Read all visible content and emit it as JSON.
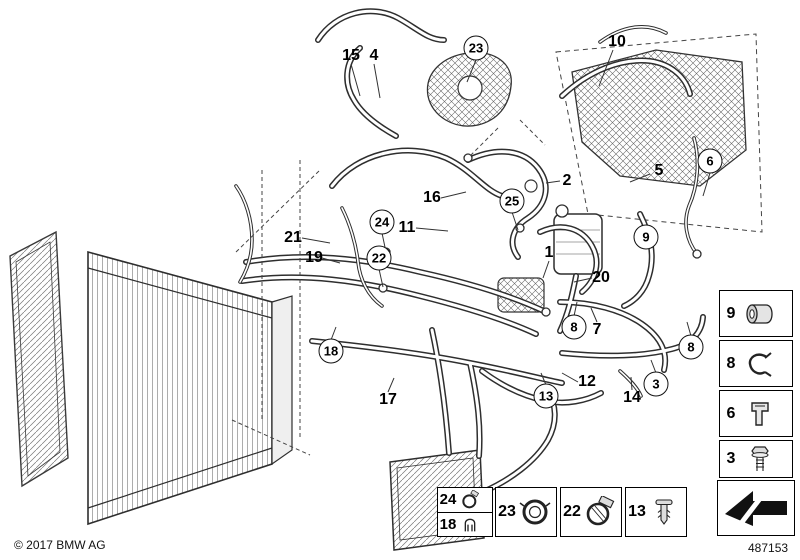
{
  "footer": {
    "copyright": "© 2017 BMW AG",
    "diagram_number": "487153"
  },
  "callouts": {
    "plain": [
      {
        "label": "15"
      },
      {
        "label": "4"
      },
      {
        "label": "10"
      },
      {
        "label": "5"
      },
      {
        "label": "2"
      },
      {
        "label": "16"
      },
      {
        "label": "11"
      },
      {
        "label": "21"
      },
      {
        "label": "19"
      },
      {
        "label": "1"
      },
      {
        "label": "20"
      },
      {
        "label": "7"
      },
      {
        "label": "12"
      },
      {
        "label": "14"
      },
      {
        "label": "17"
      }
    ],
    "circled": [
      {
        "label": "23"
      },
      {
        "label": "6"
      },
      {
        "label": "25"
      },
      {
        "label": "24"
      },
      {
        "label": "9"
      },
      {
        "label": "22"
      },
      {
        "label": "8"
      },
      {
        "label": "8"
      },
      {
        "label": "18"
      },
      {
        "label": "3"
      },
      {
        "label": "13"
      }
    ]
  },
  "legend": {
    "right_column": [
      {
        "label": "9",
        "icon": "grommet-icon"
      },
      {
        "label": "8",
        "icon": "clip-icon"
      },
      {
        "label": "6",
        "icon": "holder-icon"
      },
      {
        "label": "3",
        "icon": "screw-icon"
      }
    ],
    "bottom_row": {
      "stacked": [
        {
          "label": "24",
          "icon": "hose-clamp-icon"
        },
        {
          "label": "18",
          "icon": "retaining-clip-icon"
        }
      ],
      "cells": [
        {
          "label": "23",
          "icon": "charge-pipe-clamp-icon"
        },
        {
          "label": "22",
          "icon": "screw-hose-clamp-icon"
        },
        {
          "label": "13",
          "icon": "expanding-rivet-icon"
        }
      ]
    },
    "direction_arrow_icon": "direction-arrow-icon"
  },
  "colors": {
    "line_art": "#2e2e2e",
    "background": "#ffffff"
  }
}
